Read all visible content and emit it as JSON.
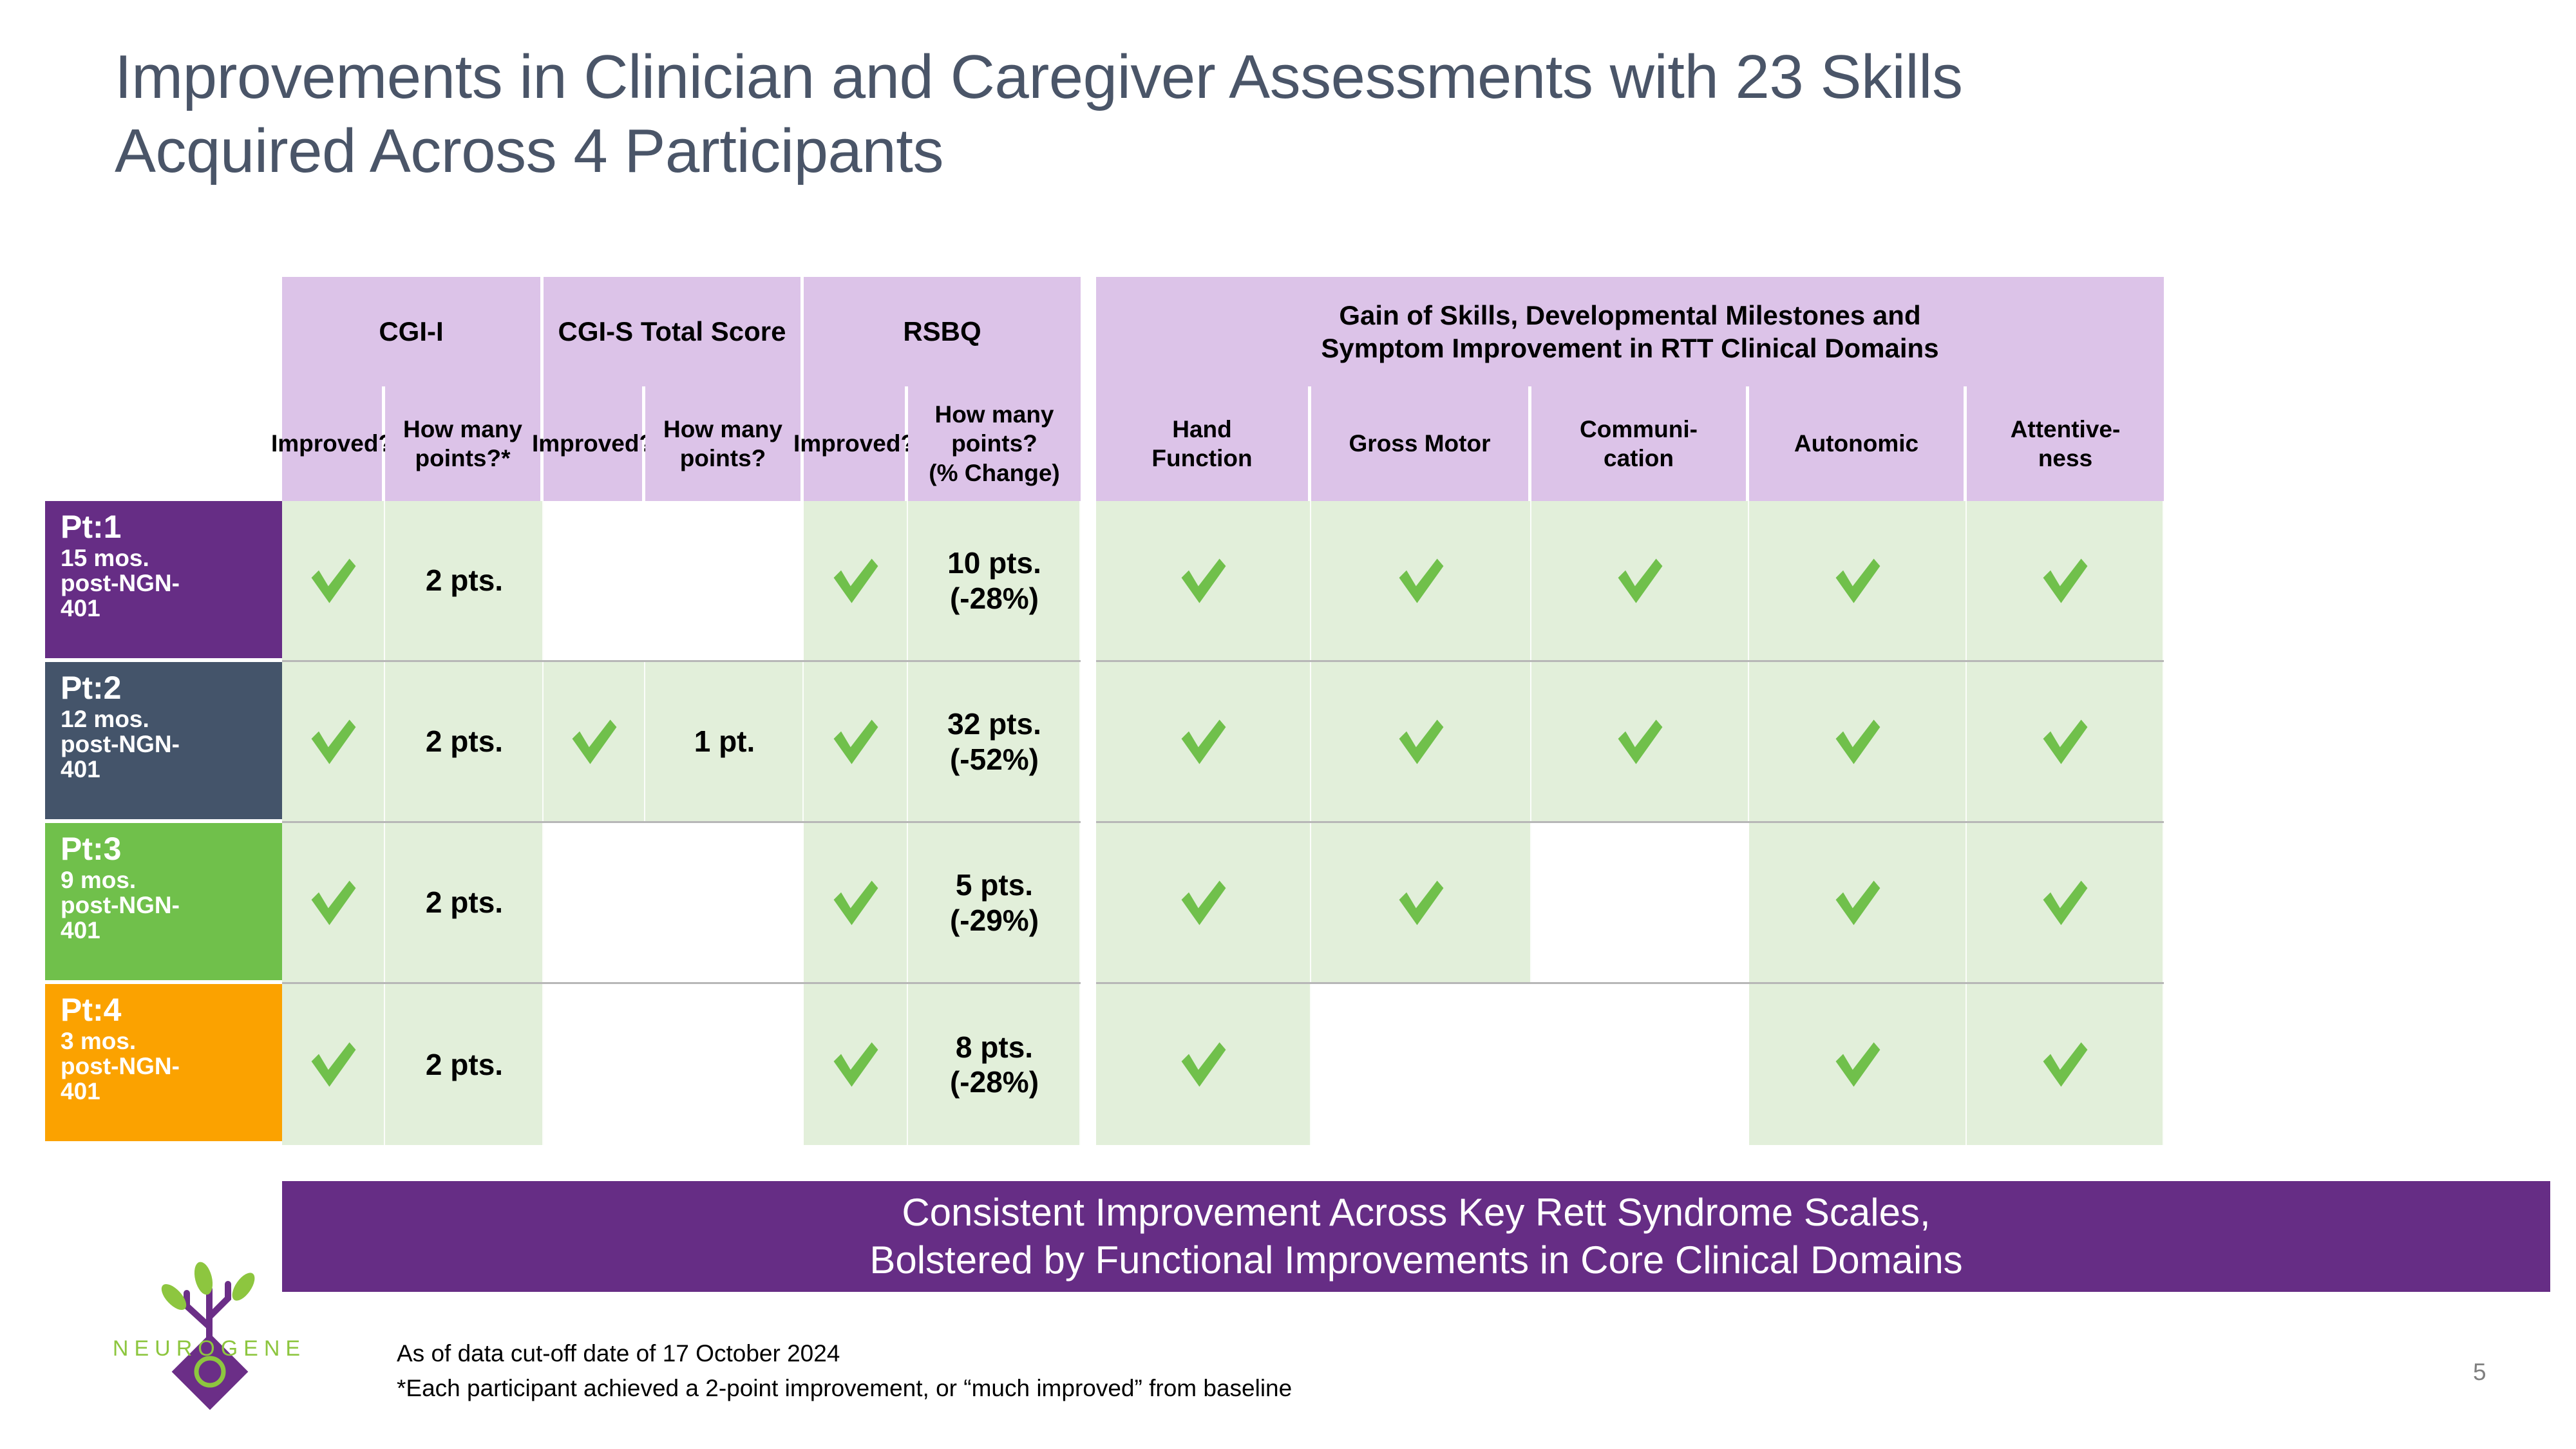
{
  "slide": {
    "title": "Improvements in Clinician and Caregiver Assessments with 23 Skills\nAcquired Across 4 Participants",
    "page_number": "5",
    "colors": {
      "title_text": "#4A5568",
      "header_fill": "#DCC3E8",
      "cell_fill": "#E2EFDA",
      "check_green": "#70C04B",
      "banner_purple": "#662D85",
      "pt1": "#662D85",
      "pt2": "#44546A",
      "pt3": "#70C04B",
      "pt4": "#FBA200",
      "logo_purple": "#6B2E87",
      "logo_green": "#8DC63F"
    }
  },
  "table": {
    "groups": [
      {
        "label": "CGI-I",
        "span": 2
      },
      {
        "label": "CGI-S Total Score",
        "span": 2
      },
      {
        "label": "RSBQ",
        "span": 2
      },
      {
        "label": "Gain of Skills, Developmental Milestones and\nSymptom Improvement in RTT Clinical Domains",
        "span": 5
      }
    ],
    "subheaders": [
      "Improved?",
      "How many\npoints?*",
      "Improved?",
      "How many\npoints?",
      "Improved?",
      "How many\npoints?\n(% Change)",
      "Hand\nFunction",
      "Gross Motor",
      "Communi-\ncation",
      "Autonomic",
      "Attentive-\nness"
    ],
    "rows": [
      {
        "name": "Pt:1",
        "sub": "15 mos.\npost-NGN-\n401",
        "color": "#662D85",
        "cgi_i_improved": true,
        "cgi_i_points": "2 pts.",
        "cgi_s_improved": false,
        "cgi_s_points": "",
        "rsbq_improved": true,
        "rsbq_points": "10 pts.\n(-28%)",
        "hand_function": true,
        "gross_motor": true,
        "communication": true,
        "autonomic": true,
        "attentiveness": true
      },
      {
        "name": "Pt:2",
        "sub": "12 mos.\npost-NGN-\n401",
        "color": "#44546A",
        "cgi_i_improved": true,
        "cgi_i_points": "2 pts.",
        "cgi_s_improved": true,
        "cgi_s_points": "1 pt.",
        "rsbq_improved": true,
        "rsbq_points": "32 pts.\n(-52%)",
        "hand_function": true,
        "gross_motor": true,
        "communication": true,
        "autonomic": true,
        "attentiveness": true
      },
      {
        "name": "Pt:3",
        "sub": "9 mos.\npost-NGN-\n401",
        "color": "#70C04B",
        "cgi_i_improved": true,
        "cgi_i_points": "2 pts.",
        "cgi_s_improved": false,
        "cgi_s_points": "",
        "rsbq_improved": true,
        "rsbq_points": "5 pts.\n(-29%)",
        "hand_function": true,
        "gross_motor": true,
        "communication": null,
        "autonomic": true,
        "attentiveness": true
      },
      {
        "name": "Pt:4",
        "sub": "3 mos.\npost-NGN-\n401",
        "color": "#FBA200",
        "cgi_i_improved": true,
        "cgi_i_points": "2 pts.",
        "cgi_s_improved": false,
        "cgi_s_points": "",
        "rsbq_improved": true,
        "rsbq_points": "8 pts.\n(-28%)",
        "hand_function": true,
        "gross_motor": null,
        "communication": null,
        "autonomic": true,
        "attentiveness": true
      }
    ]
  },
  "banner": {
    "text": "Consistent Improvement Across Key Rett Syndrome Scales,\nBolstered by Functional Improvements in Core Clinical Domains"
  },
  "footnotes": {
    "text": "As of data cut-off date of 17 October 2024\n*Each participant achieved a 2-point improvement, or “much improved” from baseline"
  },
  "logo": {
    "wordmark": "NEUROGENE"
  }
}
